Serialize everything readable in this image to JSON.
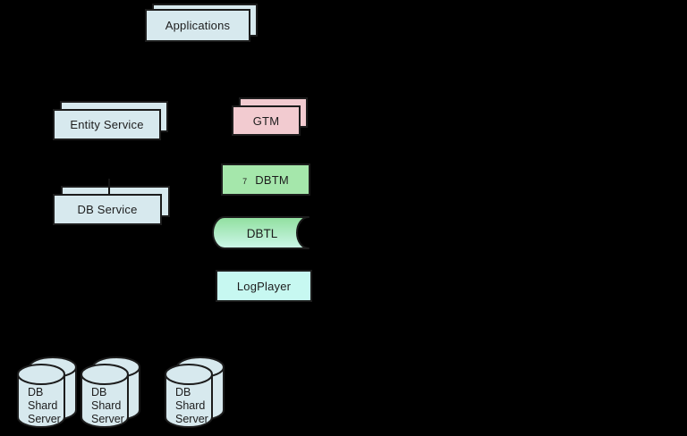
{
  "background": "#000000",
  "nodes": {
    "applications": {
      "label": "Applications",
      "fill": "#d7e9ee",
      "type": "stacked-box"
    },
    "entity_service": {
      "label": "Entity Service",
      "fill": "#d7e9ee",
      "type": "stacked-box"
    },
    "db_service": {
      "label": "DB Service",
      "fill": "#d7e9ee",
      "type": "stacked-box"
    },
    "gtm": {
      "label": "GTM",
      "fill": "#f2cbd0",
      "type": "stacked-box"
    },
    "dbtm": {
      "label": "DBTM",
      "marker": "7",
      "fill": "#a5e7ab",
      "type": "box"
    },
    "dbtl": {
      "label": "DBTL",
      "fill_top": "#90df9e",
      "fill_bottom": "#cdf7ea",
      "type": "stored-data"
    },
    "logplayer": {
      "label": "LogPlayer",
      "fill": "#c7f8f1",
      "type": "box"
    },
    "db_shard_servers": {
      "label_lines": [
        "DB",
        "Shard",
        "Server"
      ],
      "fill": "#d7e9ee",
      "count": 3,
      "type": "stacked-cylinder"
    }
  },
  "outline_color": "#1c1c1c"
}
